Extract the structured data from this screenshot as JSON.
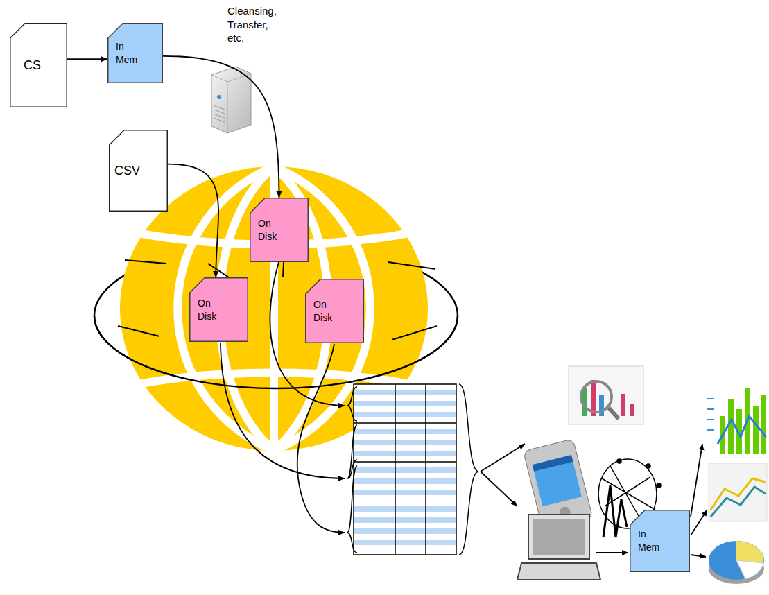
{
  "diagram": {
    "nodes": [
      {
        "text": [
          "CS"
        ]
      },
      {
        "text": [
          "In Mem"
        ]
      },
      {
        "text": [
          "CSV"
        ]
      },
      {
        "text": [
          "On Disk"
        ]
      },
      {
        "text": [
          "On Disk"
        ]
      },
      {
        "text": [
          "On Disk"
        ]
      },
      {
        "text": [
          "In Mem"
        ]
      }
    ],
    "edges": [
      {
        "from": 0,
        "to": 1,
        "arrow": "to"
      },
      {
        "from": 1,
        "to": 3,
        "arrow": "to"
      },
      {
        "from": 2,
        "to": 4,
        "arrow": "to"
      }
    ],
    "labels": [
      "Cleansing, Transfer, etc."
    ]
  }
}
